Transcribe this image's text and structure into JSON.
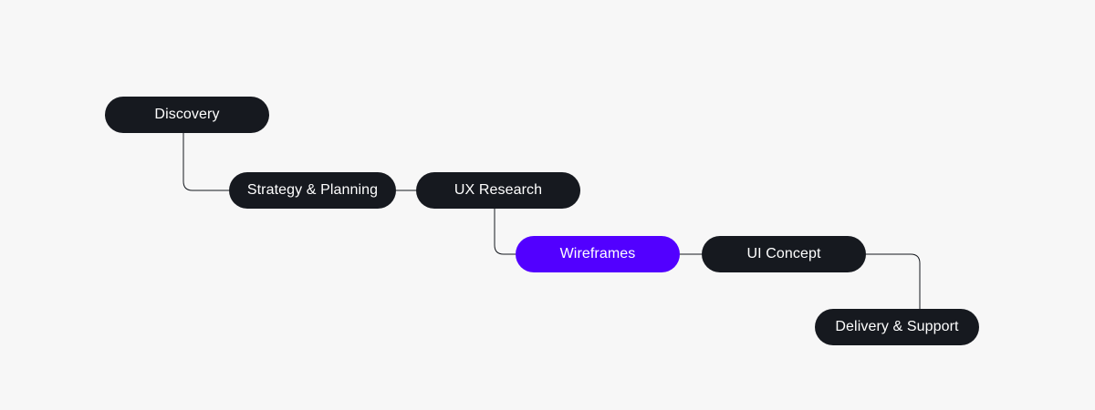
{
  "diagram": {
    "nodes": [
      {
        "label": "Discovery",
        "active": false
      },
      {
        "label": "Strategy & Planning",
        "active": false
      },
      {
        "label": "UX Research",
        "active": false
      },
      {
        "label": "Wireframes",
        "active": true
      },
      {
        "label": "UI Concept",
        "active": false
      },
      {
        "label": "Delivery & Support",
        "active": false
      }
    ],
    "colors": {
      "node": "#16191f",
      "active_node": "#5200ff",
      "connector": "#16191f",
      "background": "#f7f7f7"
    }
  }
}
